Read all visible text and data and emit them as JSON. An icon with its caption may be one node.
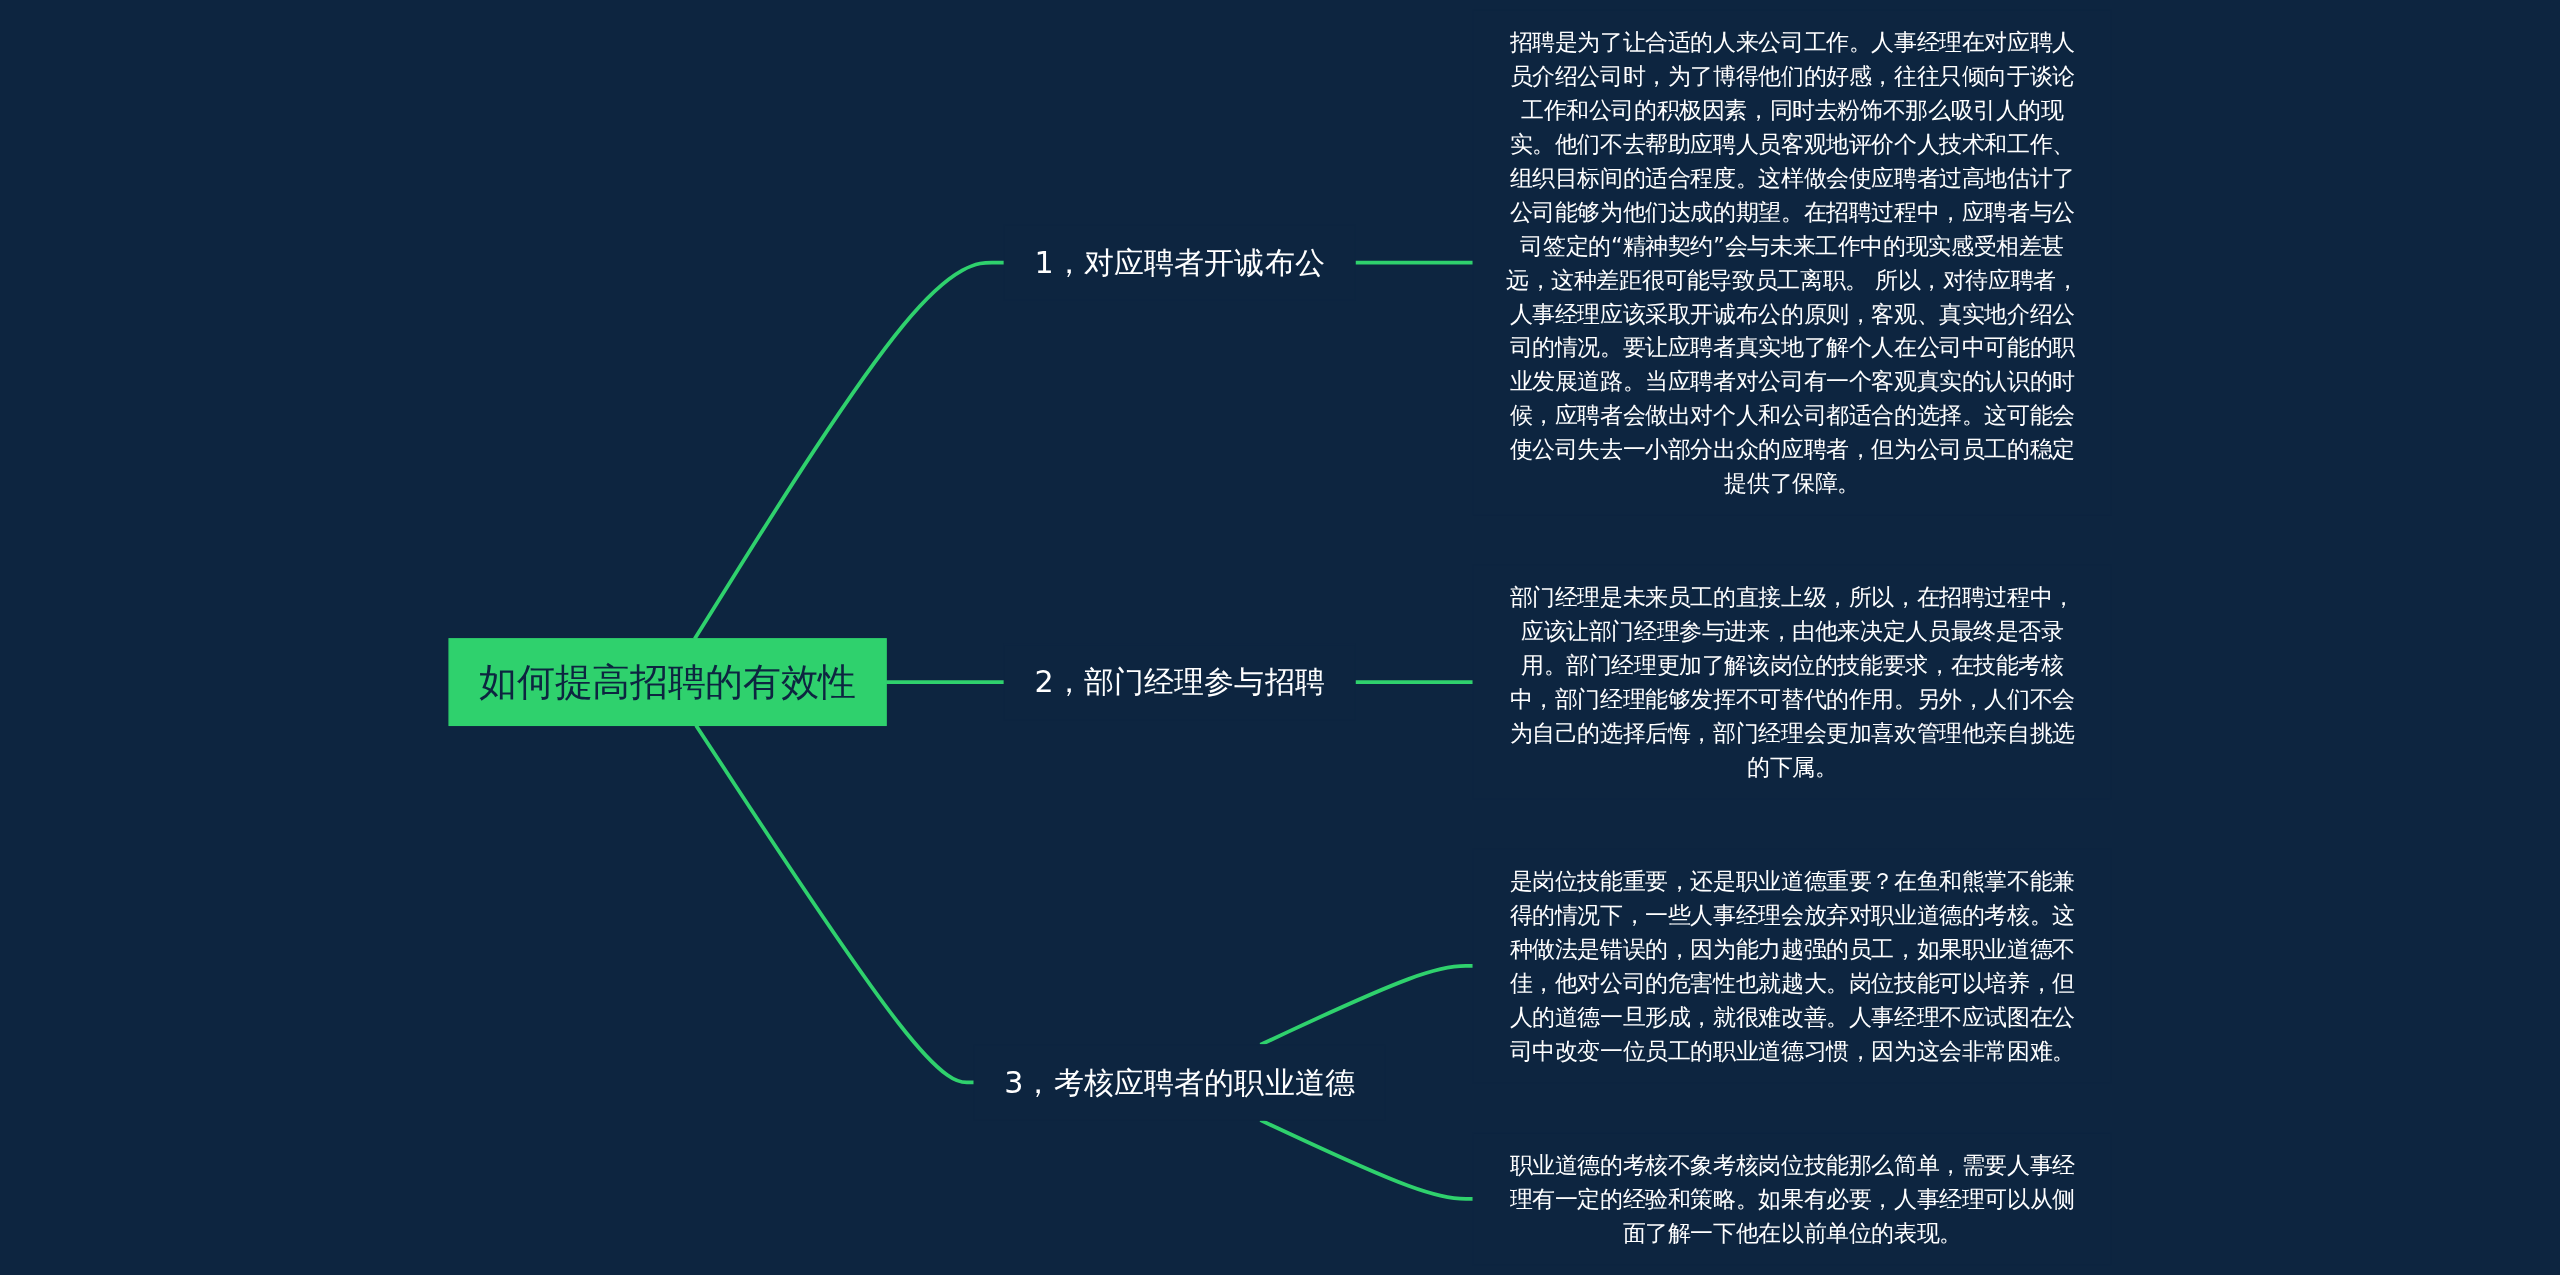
{
  "diagram": {
    "nodes": [
      {
        "text": [
          "如何提高招聘的有效性"
        ]
      },
      {
        "text": [
          "1，对应聘者开诚布公"
        ]
      },
      {
        "text": [
          "招聘是为了让合适的人来公司工作。人事经理在对应聘人员介绍公司时，为了博得他们的好感，往往只倾向于谈论工作和公司的积极因素，同时去粉饰不那么吸引人的现实。他们不去帮助应聘人员客观地评价个人技术和工作、组织目标间的适合程度。这样做会使应聘者过高地估计了公司能够为他们达成的期望。在招聘过程中，应聘者与公司签定的“精神契约”会与未来工作中的现实感受相差甚远，这种差距很可能导致员工离职。 所以，对待应聘者，人事经理应该采取开诚布公的原则，客观、真实地介绍公司的情况。要让应聘者真实地了解个人在公司中可能的职业发展道路。当应聘者对公司有一个客观真实的认识的时候，应聘者会做出对个人和公司都适合的选择。这可能会使公司失去一小部分出众的应聘者，但为公司员工的稳定提供了保障。"
        ]
      },
      {
        "text": [
          "2，部门经理参与招聘"
        ]
      },
      {
        "text": [
          "部门经理是未来员工的直接上级，所以，在招聘过程中，应该让部门经理参与进来，由他来决定人员最终是否录用。部门经理更加了解该岗位的技能要求，在技能考核中，部门经理能够发挥不可替代的作用。另外，人们不会为自己的选择后悔，部门经理会更加喜欢管理他亲自挑选的下属。"
        ]
      },
      {
        "text": [
          "3，考核应聘者的职业道德"
        ]
      },
      {
        "text": [
          "是岗位技能重要，还是职业道德重要？在鱼和熊掌不能兼得的情况下，一些人事经理会放弃对职业道德的考核。这种做法是错误的，因为能力越强的员工，如果职业道德不佳，他对公司的危害性也就越大。岗位技能可以培养，但人的道德一旦形成，就很难改善。人事经理不应试图在公司中改变一位员工的职业道德习惯，因为这会非常困难。"
        ]
      },
      {
        "text": [
          "职业道德的考核不象考核岗位技能那么简单，需要人事经理有一定的经验和策略。如果有必要，人事经理可以从侧面了解一下他在以前单位的表现。"
        ]
      }
    ],
    "edges": [
      {
        "from": 0,
        "to": 1,
        "arrow": "none"
      },
      {
        "from": 1,
        "to": 2,
        "arrow": "none"
      },
      {
        "from": 0,
        "to": 3,
        "arrow": "none"
      },
      {
        "from": 3,
        "to": 4,
        "arrow": "none"
      },
      {
        "from": 0,
        "to": 5,
        "arrow": "none"
      },
      {
        "from": 5,
        "to": 6,
        "arrow": "none"
      },
      {
        "from": 5,
        "to": 7,
        "arrow": "none"
      }
    ]
  }
}
